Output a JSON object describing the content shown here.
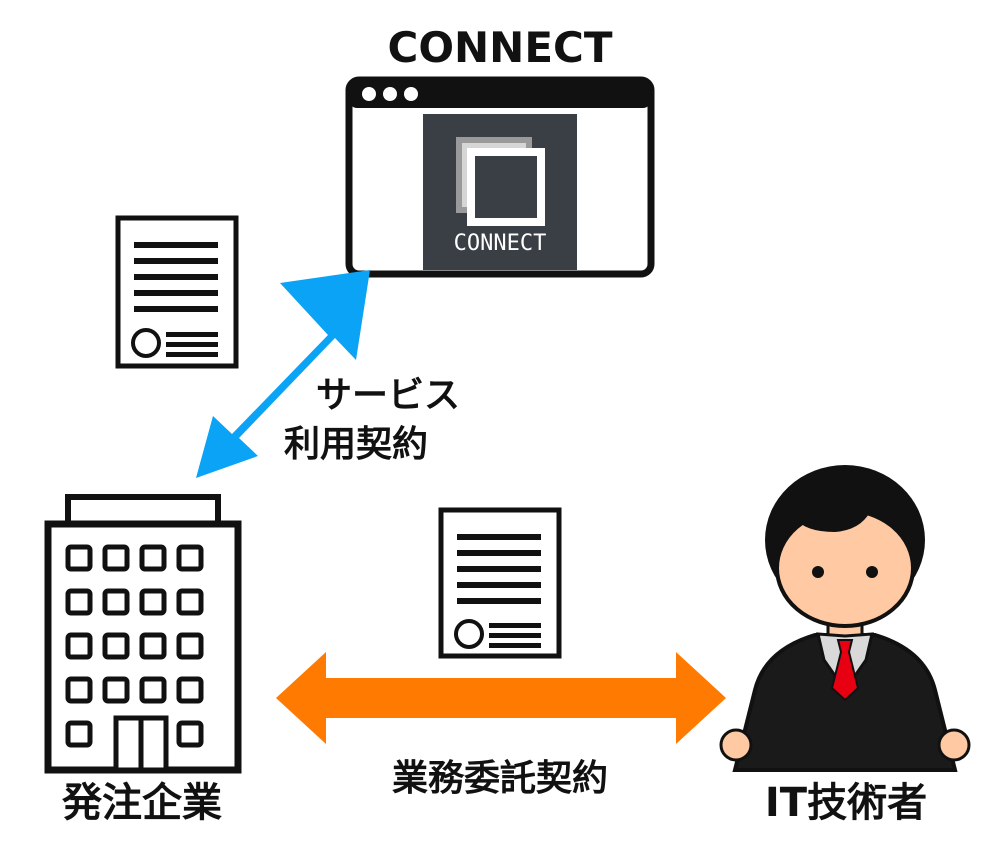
{
  "platform": {
    "title": "CONNECT",
    "logo_text": "CONNECT"
  },
  "client": {
    "label": "発注企業"
  },
  "engineer": {
    "label": "IT技術者"
  },
  "contracts": {
    "service_line1": "サービス",
    "service_line2": "利用契約",
    "outsourcing": "業務委託契約"
  },
  "colors": {
    "service_arrow": "#0aa3f5",
    "outsourcing_arrow": "#ff7a00",
    "logo_bg": "#3a3e45",
    "suit": "#1a1a1a",
    "tie": "#e60012",
    "skin": "#ffc9a3"
  },
  "icons": {
    "platform": "browser-window-icon",
    "client": "office-building-icon",
    "engineer": "businessman-icon",
    "document": "contract-document-icon"
  }
}
